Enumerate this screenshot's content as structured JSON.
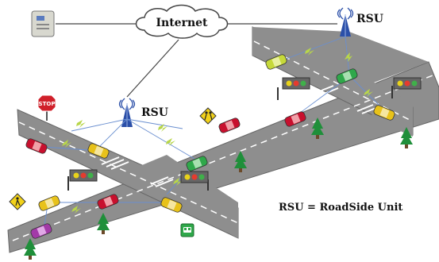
{
  "labels": {
    "internet": "Internet",
    "rsu_top": "RSU",
    "rsu_left": "RSU",
    "legend": "RSU = RoadSide Unit",
    "stop_sign": "STOP"
  },
  "icons": {
    "server": "server-icon",
    "cloud": "cloud-icon",
    "rsu": "rsu-antenna-icon",
    "traffic_light": "traffic-light-icon",
    "tree": "tree-icon",
    "car": "car-icon",
    "pedestrian_sign": "pedestrian-crossing-sign-icon",
    "stop_sign": "stop-sign-icon",
    "bus_stop_sign": "bus-stop-sign-icon",
    "wireless_link": "wireless-link-icon"
  },
  "colors": {
    "road": "#8e8e8e",
    "road_edge": "#666666",
    "cloud_stroke": "#444444",
    "rsu_blue": "#2b4fa8",
    "wireless": "#b8d64a",
    "car_red": "#c8102e",
    "car_yellow": "#e8c21a",
    "car_green": "#2fa84a",
    "car_purple": "#a33aa8",
    "car_lime": "#c6d93a",
    "tree": "#1f8f3a"
  }
}
